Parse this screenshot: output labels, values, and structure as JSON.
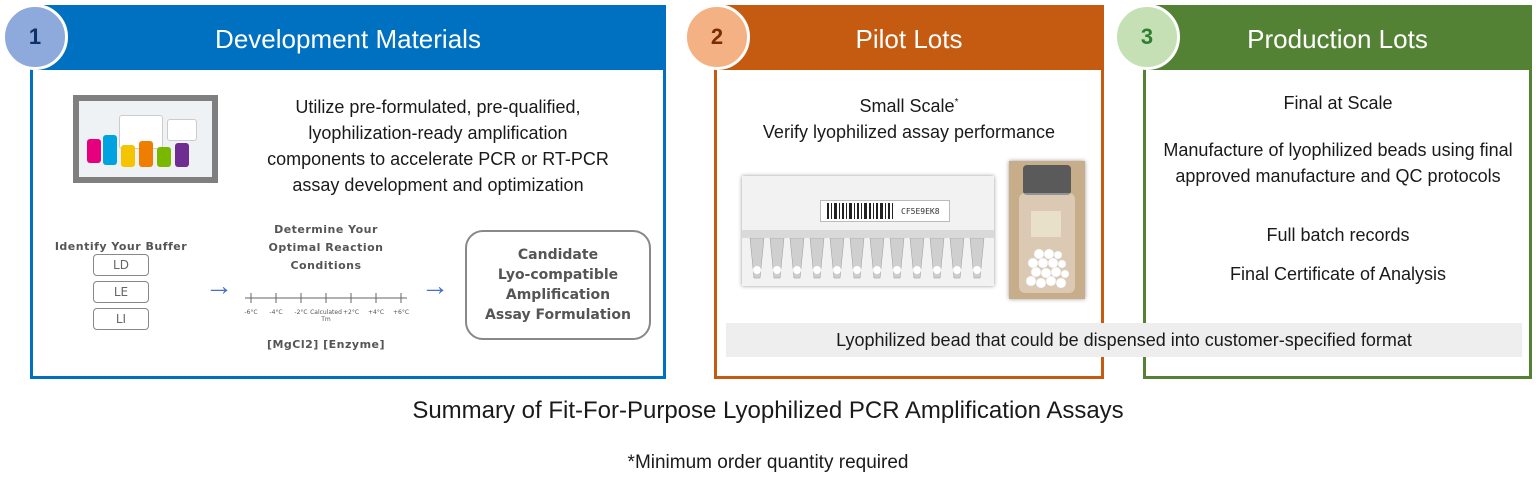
{
  "panels": [
    {
      "number": "1",
      "title": "Development Materials",
      "description_lines": [
        "Utilize pre-formulated, pre-qualified,",
        "lyophilization-ready amplification",
        "components to accelerate PCR or RT-PCR",
        "assay development and optimization"
      ],
      "buffer_title": "Identify Your Buffer",
      "buffers": [
        "LD",
        "LE",
        "LI"
      ],
      "conditions_title_lines": [
        "Determine Your",
        "Optimal Reaction",
        "Conditions"
      ],
      "axis_ticks": [
        "-6°C",
        "-4°C",
        "-2°C",
        "Calculated",
        "+2°C",
        "+4°C",
        "+6°C"
      ],
      "axis_sub": "Tm",
      "axis_caption": "[MgCl2] [Enzyme]",
      "candidate_lines": [
        "Candidate",
        "Lyo-compatible",
        "Amplification",
        "Assay Formulation"
      ]
    },
    {
      "number": "2",
      "title": "Pilot Lots",
      "line1": "Small Scale",
      "line1_mark": "*",
      "line2": "Verify lyophilized assay performance",
      "plate_label": "CF5E9EK8"
    },
    {
      "number": "3",
      "title": "Production Lots",
      "items": [
        "Final at Scale",
        "Manufacture of lyophilized beads using final approved manufacture and QC protocols",
        "Full batch records",
        "Final Certificate of Analysis"
      ]
    }
  ],
  "shared_bar": "Lyophilized bead that could be dispensed into customer-specified format",
  "summary": "Summary of Fit-For-Purpose Lyophilized PCR Amplification Assays",
  "footnote": "*Minimum order quantity required",
  "colors": {
    "development": "#0070c0",
    "pilot": "#c55a11",
    "production": "#548235"
  }
}
